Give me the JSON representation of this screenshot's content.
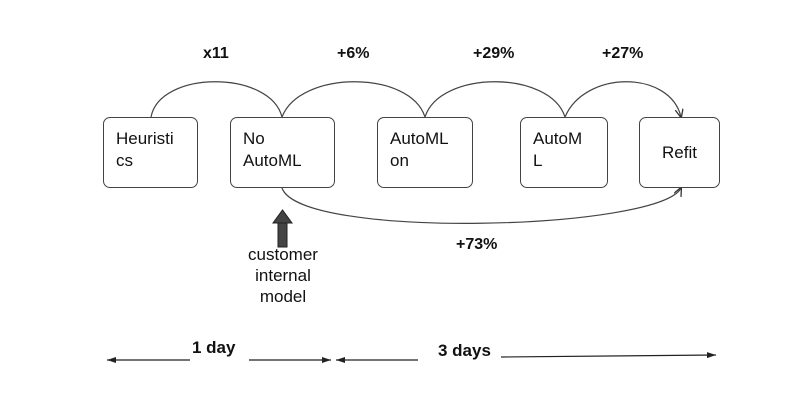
{
  "boxes": [
    {
      "id": "heuristics",
      "label": "Heuristi\ncs"
    },
    {
      "id": "no-automl",
      "label": "No\nAutoML"
    },
    {
      "id": "automl-on",
      "label": "AutoML\non"
    },
    {
      "id": "automl",
      "label": "AutoM\nL"
    },
    {
      "id": "refit",
      "label": "Refit"
    }
  ],
  "gains": [
    "x11",
    "+6%",
    "+29%",
    "+27%"
  ],
  "total_gain": "+73%",
  "note": "customer\ninternal\nmodel",
  "timeline": {
    "phase1": "1 day",
    "phase2": "3 days"
  }
}
